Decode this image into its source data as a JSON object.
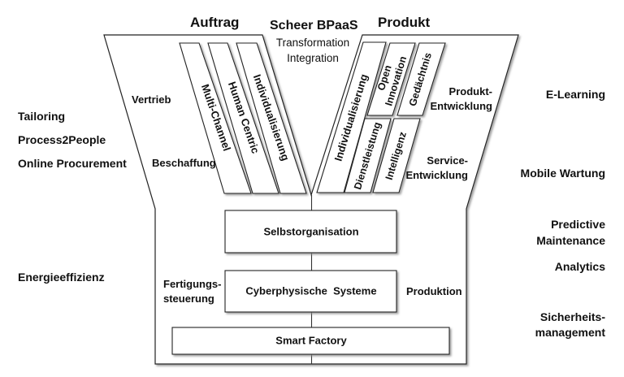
{
  "headers": {
    "auftrag": "Auftrag",
    "center_title": "Scheer BPaaS",
    "center_line1": "Transformation",
    "center_line2": "Integration",
    "produkt": "Produkt"
  },
  "funnel_left": {
    "labels": {
      "vertrieb": "Vertrieb",
      "beschaffung": "Beschaffung"
    },
    "bars": [
      "Multi-Channel",
      "Human Centric",
      "Individualisierung"
    ]
  },
  "funnel_right": {
    "labels": {
      "produkt_line1": "Produkt-",
      "produkt_line2": "Entwicklung",
      "service_line1": "Service-",
      "service_line2": "Entwicklung"
    },
    "bars": {
      "tall": "Individualisierung",
      "open_line1": "Open",
      "open_line2": "Innovation",
      "gedaechtnis": "Gedächtnis",
      "dienstleistung": "Dienstleistung",
      "intelligenz": "Intelligenz"
    }
  },
  "stem": {
    "boxes": [
      "Selbstorganisation",
      "Cyberphysische  Systeme",
      "Smart Factory"
    ],
    "left_label_line1": "Fertigungs-",
    "left_label_line2": "steuerung",
    "right_label": "Produktion"
  },
  "left_side": [
    "Tailoring",
    "Process2People",
    "Online Procurement",
    "Energieeffizienz"
  ],
  "right_side": {
    "e_learning": "E-Learning",
    "mobile_wartung": "Mobile Wartung",
    "predictive_line1": "Predictive",
    "predictive_line2": "Maintenance",
    "analytics": "Analytics",
    "sicherheit_line1": "Sicherheits-",
    "sicherheit_line2": "management"
  },
  "colors": {
    "line": "#222222",
    "shadow": "#9a9a9a",
    "fill": "#ffffff"
  }
}
